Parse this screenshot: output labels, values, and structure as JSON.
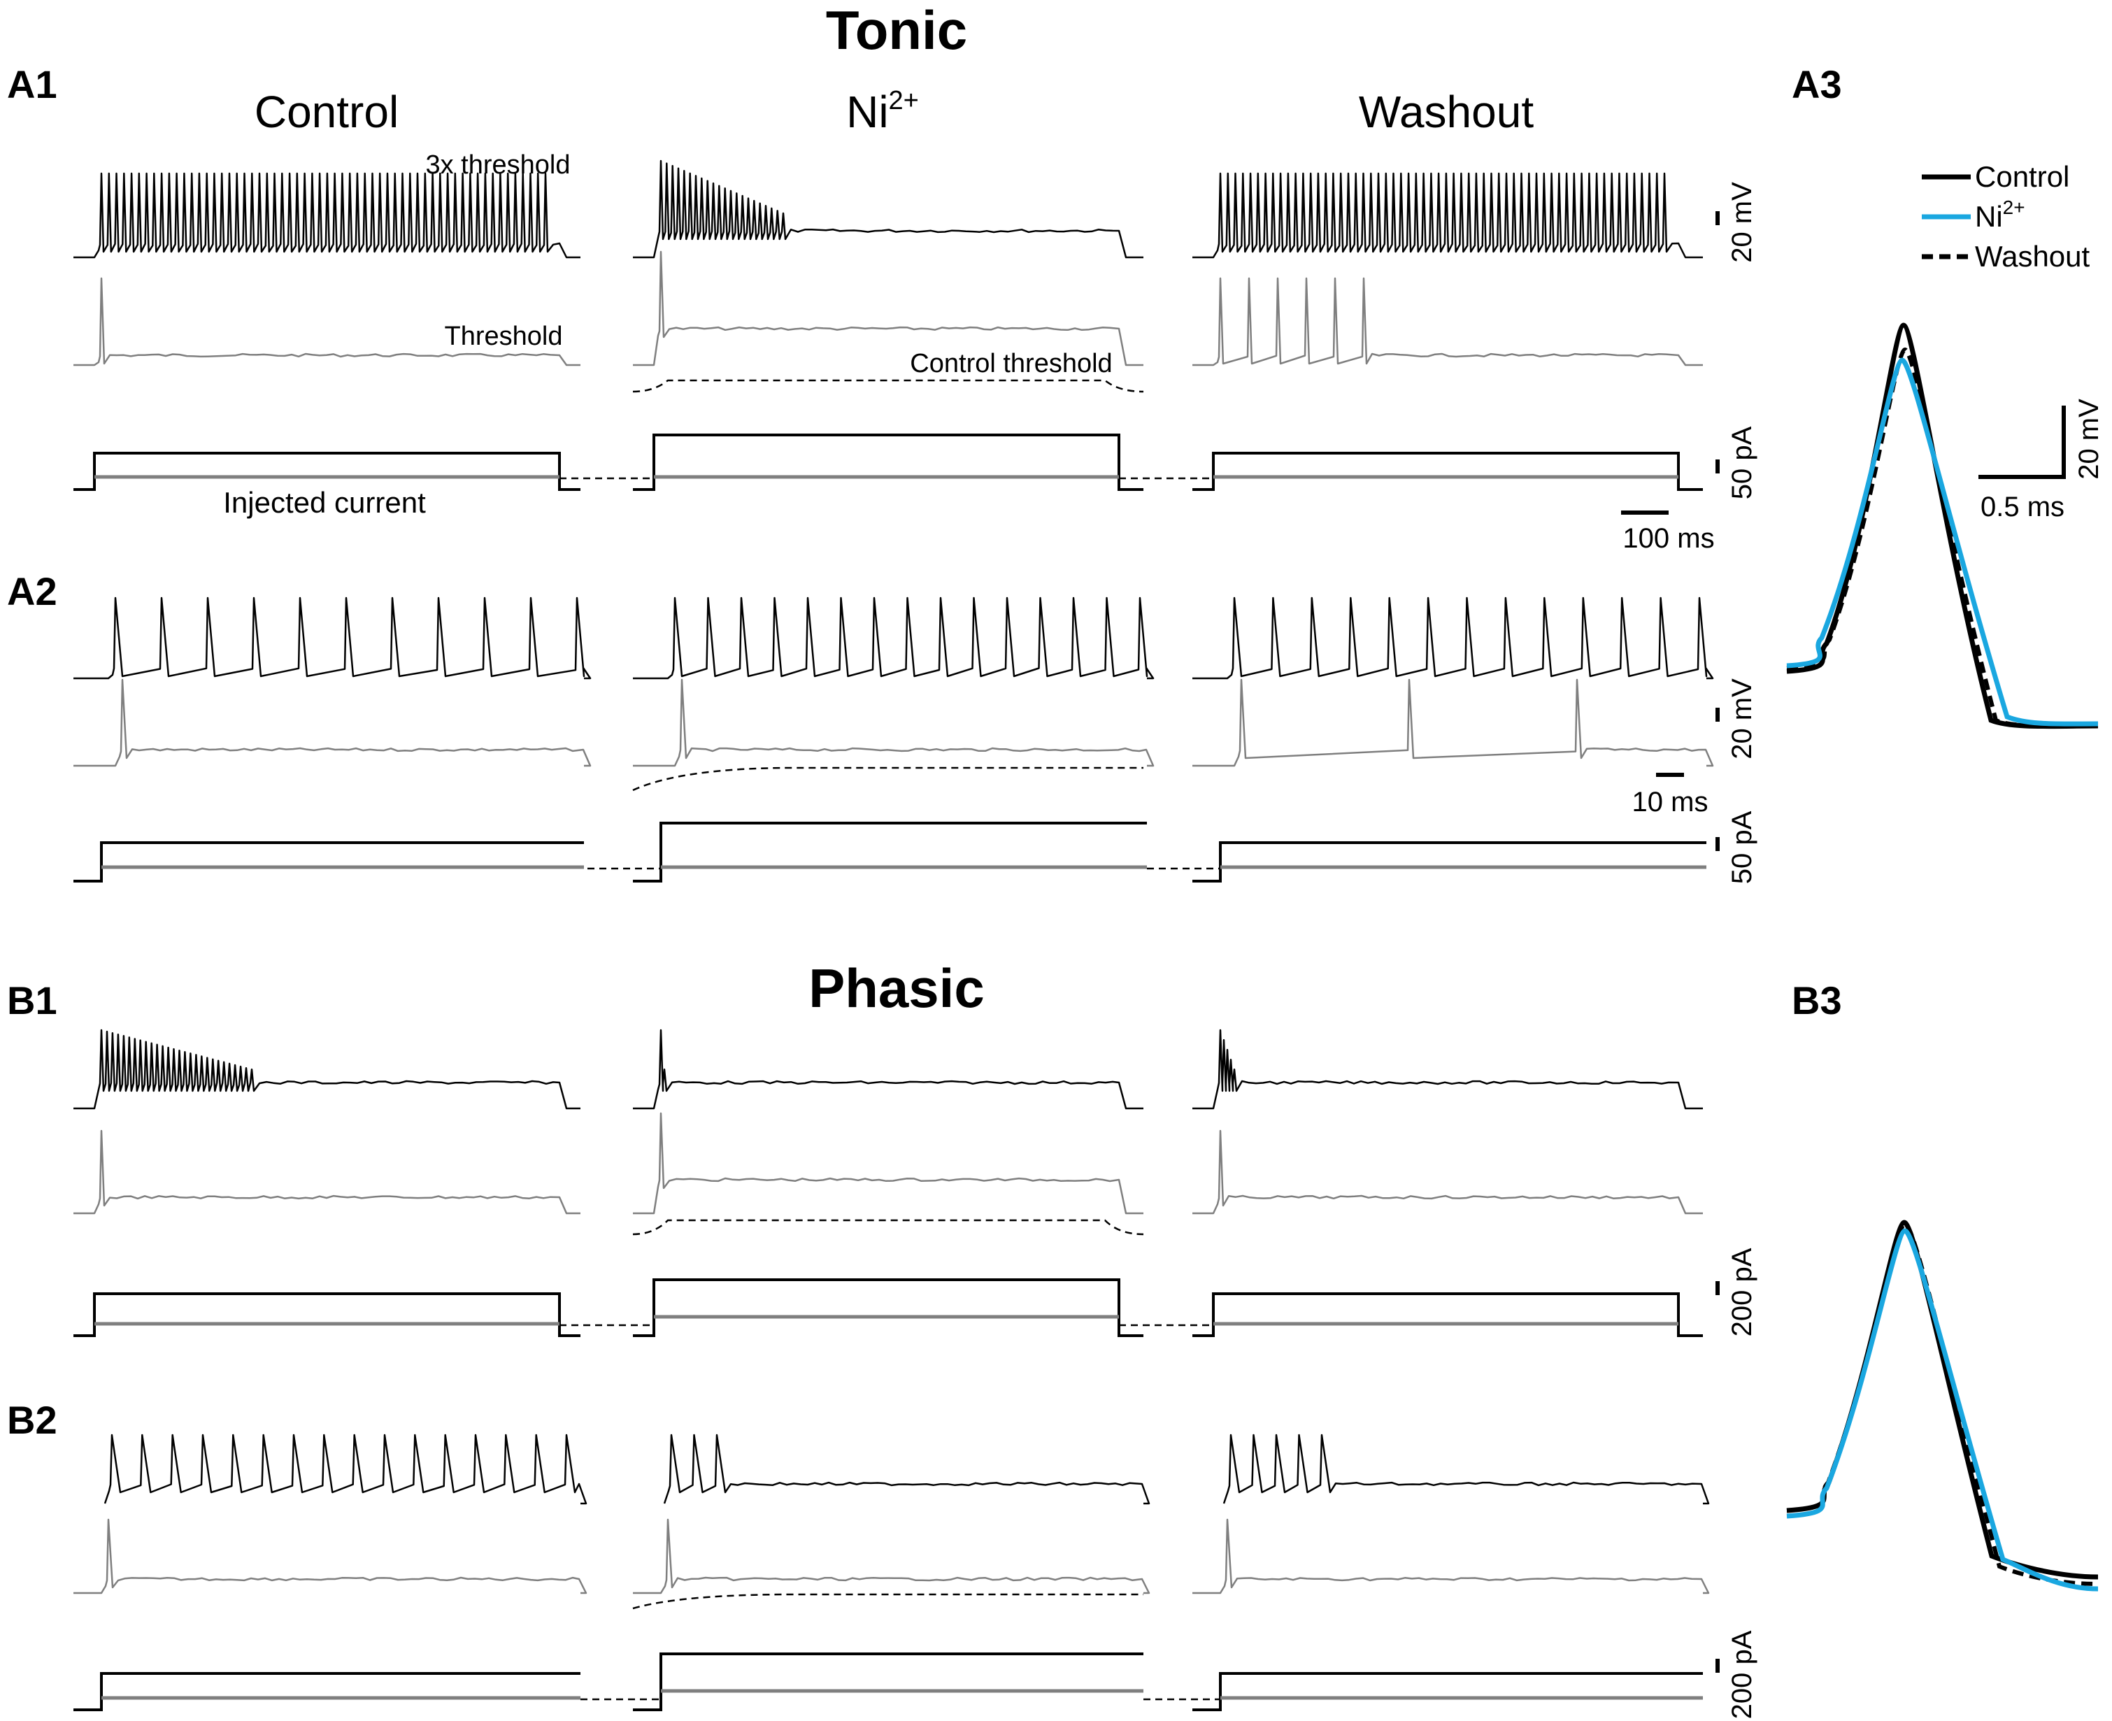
{
  "title_tonic": "Tonic",
  "title_phasic": "Phasic",
  "panels": {
    "A1": "A1",
    "A2": "A2",
    "A3": "A3",
    "B1": "B1",
    "B2": "B2",
    "B3": "B3"
  },
  "conditions": {
    "control": "Control",
    "ni_base": "Ni",
    "ni_sup": "2+",
    "washout": "Washout"
  },
  "annotations": {
    "three_x_threshold": "3x threshold",
    "threshold": "Threshold",
    "control_threshold": "Control threshold",
    "injected_current": "Injected current"
  },
  "scale_bars": {
    "a1_voltage": "20 mV",
    "a1_current": "50 pA",
    "a1_time": "100 ms",
    "a2_voltage": "20 mV",
    "a2_current": "50 pA",
    "a2_time": "10 ms",
    "b1_current": "200 pA",
    "b2_current": "200 pA",
    "a3_voltage": "20 mV",
    "a3_time": "0.5 ms"
  },
  "legend": {
    "items": [
      {
        "label": "Control",
        "color": "#000000",
        "style": "solid"
      },
      {
        "label": "Ni",
        "sup": "2+",
        "color": "#1aa7e0",
        "style": "solid"
      },
      {
        "label": "Washout",
        "color": "#000000",
        "style": "dashed"
      }
    ]
  },
  "colors": {
    "suprathreshold_trace": "#000000",
    "threshold_trace": "#7f7f7f",
    "nickel_ap": "#1aa7e0"
  },
  "trace_spec": {
    "A1": {
      "control": {
        "top_spikes": 60,
        "top_fade": 0,
        "gray_spikes": 1
      },
      "ni": {
        "top_spikes": 22,
        "top_fade": 1,
        "gray_spikes": 1
      },
      "washout": {
        "top_spikes": 60,
        "top_fade": 0,
        "gray_spikes": 6
      }
    },
    "A2": {
      "control": {
        "top_spikes": 11,
        "gray_spikes": 1
      },
      "ni": {
        "top_spikes": 15,
        "gray_spikes": 1
      },
      "washout": {
        "top_spikes": 13,
        "gray_spikes": 3
      }
    },
    "B1": {
      "control": {
        "top_spikes": 28,
        "top_fade": 1,
        "gray_spikes": 1
      },
      "ni": {
        "top_spikes": 2,
        "top_fade": 1,
        "gray_spikes": 1
      },
      "washout": {
        "top_spikes": 5,
        "top_fade": 1,
        "gray_spikes": 1
      }
    },
    "B2": {
      "control": {
        "top_spikes": 16,
        "gray_spikes": 1
      },
      "ni": {
        "top_spikes": 3,
        "gray_spikes": 1
      },
      "washout": {
        "top_spikes": 5,
        "gray_spikes": 1
      }
    }
  }
}
